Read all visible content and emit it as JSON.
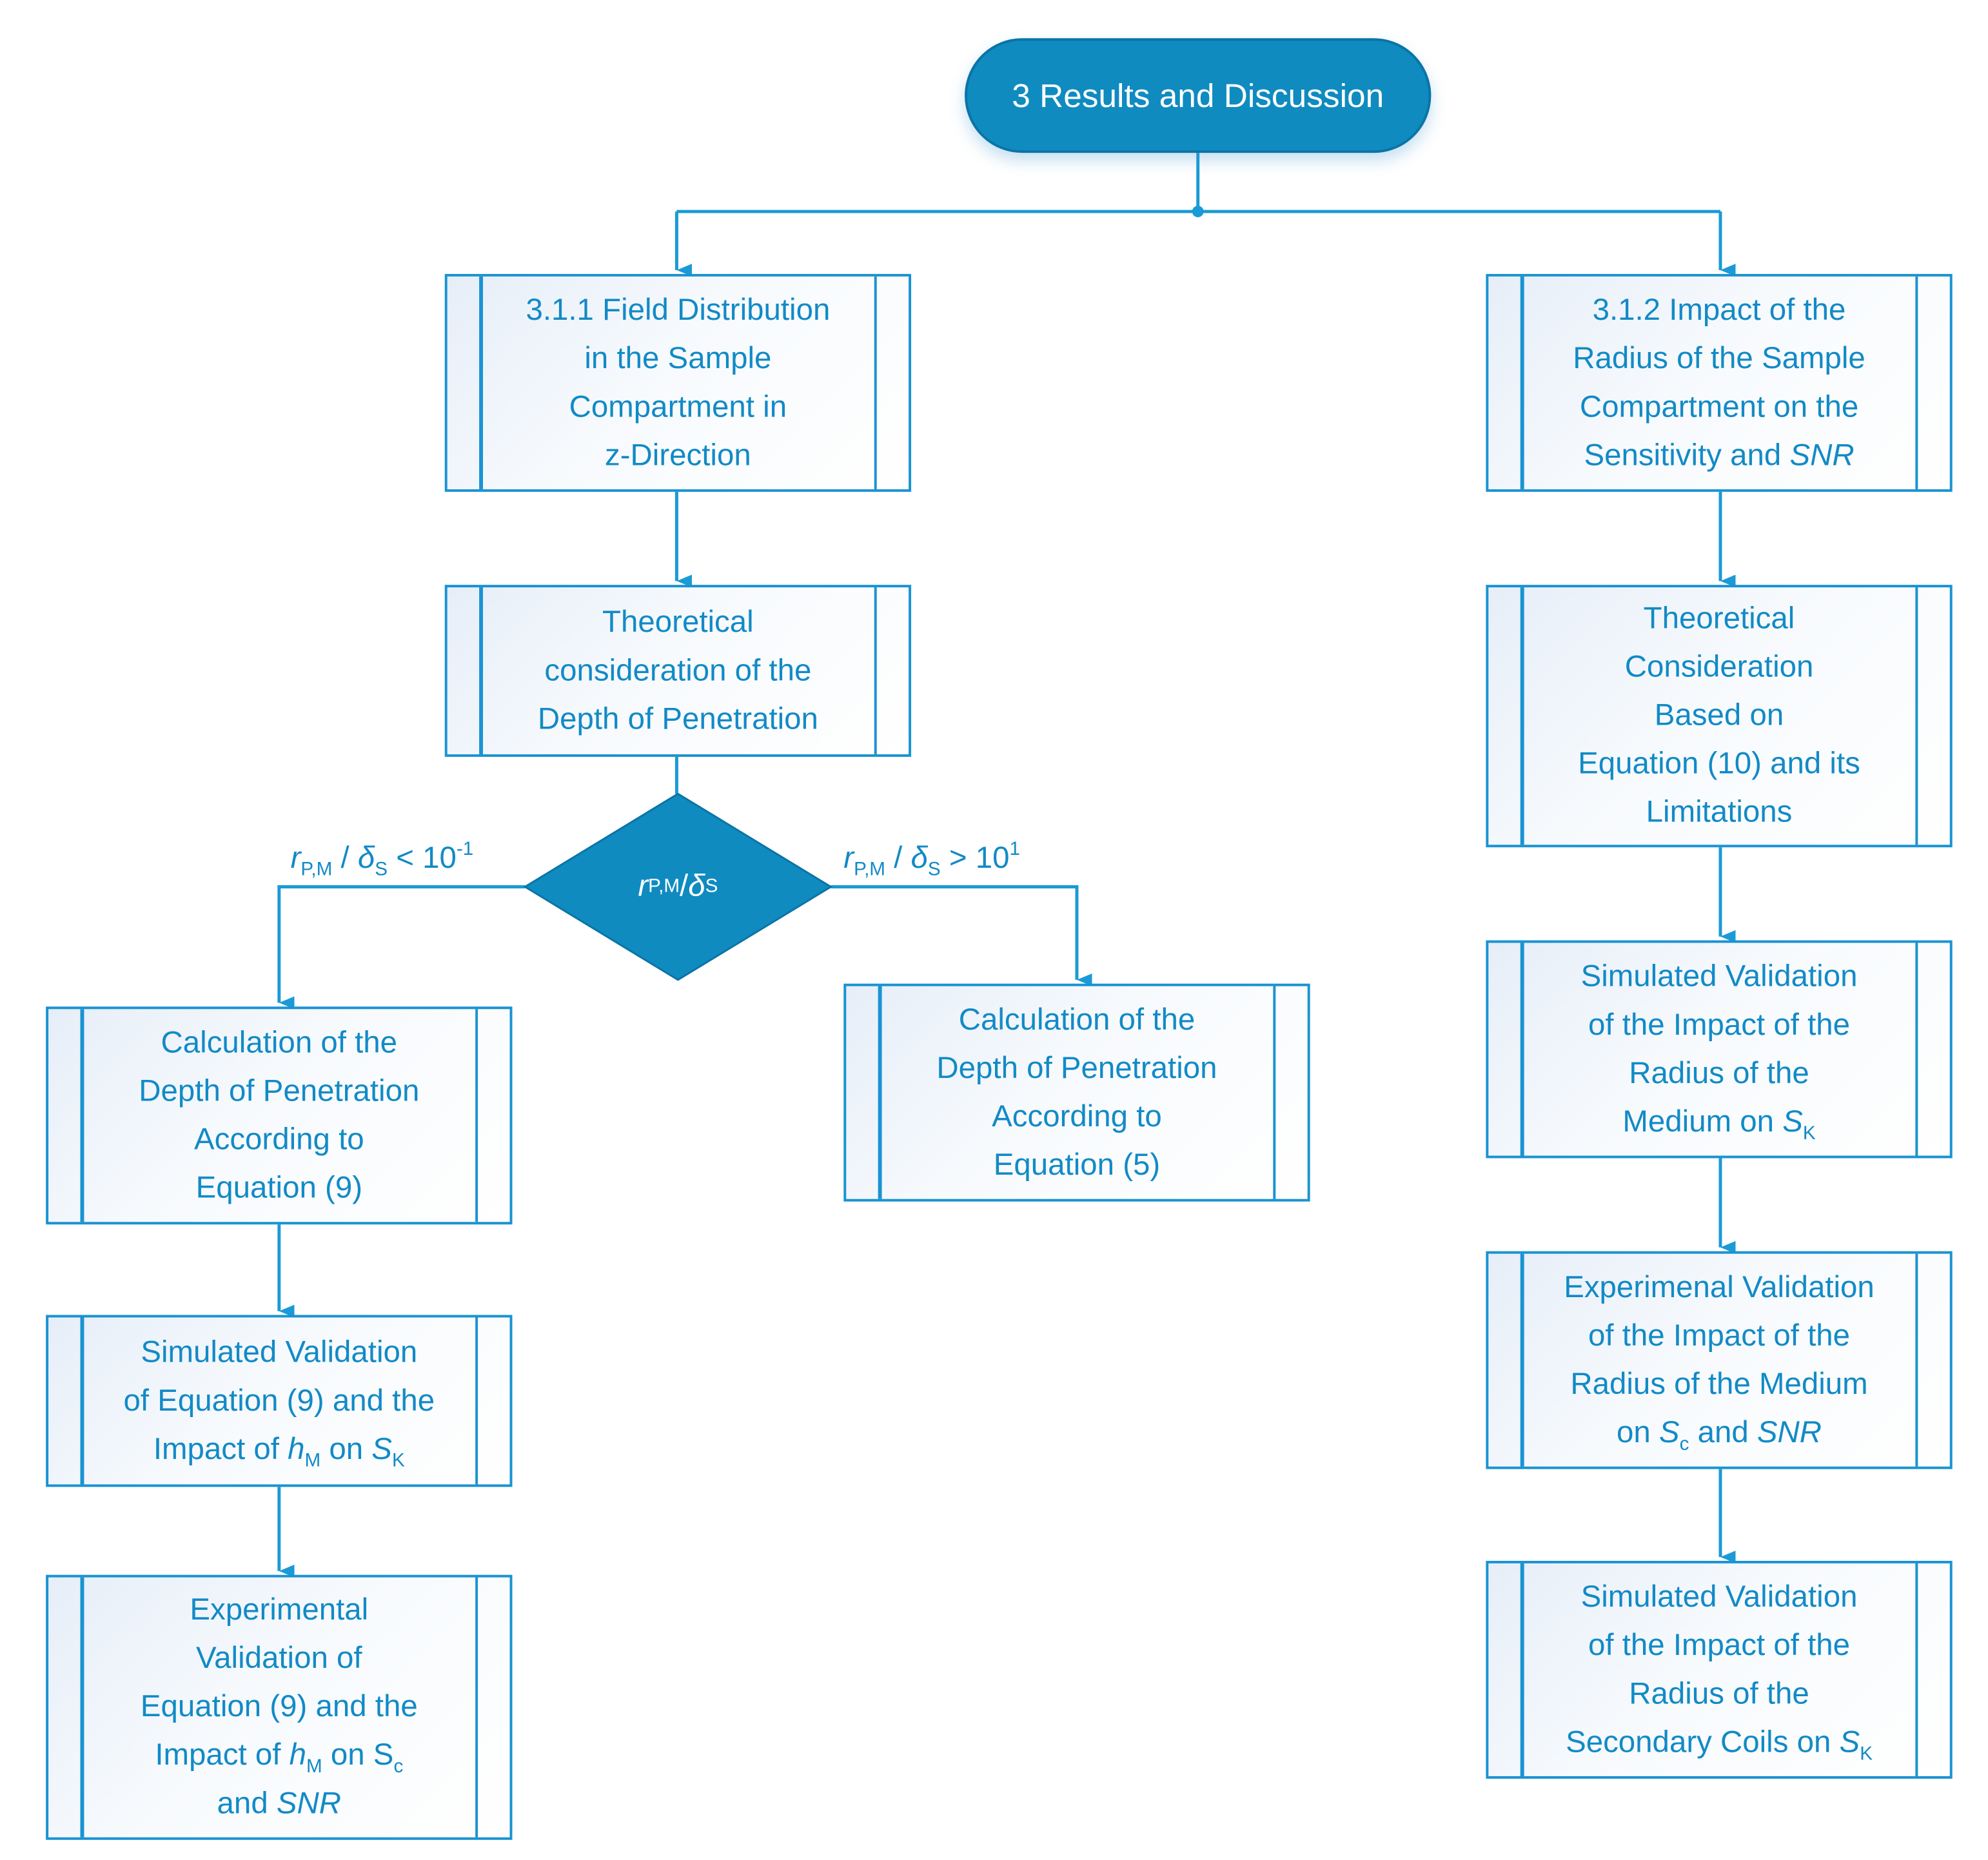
{
  "colors": {
    "accent": "#0f8bc0",
    "line": "#1a9ad6",
    "text": "#128ac6"
  },
  "root": {
    "label": "3 Results and Discussion"
  },
  "decision": {
    "label": [
      {
        "t": "r",
        "f": "i"
      },
      {
        "t": "P,M",
        "f": "sub"
      },
      {
        "t": " / ",
        "f": ""
      },
      {
        "t": "δ",
        "f": "i"
      },
      {
        "t": "S",
        "f": "sub"
      }
    ],
    "left_condition": [
      {
        "t": "r",
        "f": "i"
      },
      {
        "t": "P,M",
        "f": "sub"
      },
      {
        "t": " / ",
        "f": ""
      },
      {
        "t": "δ",
        "f": "i"
      },
      {
        "t": "S",
        "f": "sub"
      },
      {
        "t": " < 10",
        "f": ""
      },
      {
        "t": "-1",
        "f": "sup"
      }
    ],
    "right_condition": [
      {
        "t": "r",
        "f": "i"
      },
      {
        "t": "P,M",
        "f": "sub"
      },
      {
        "t": " / ",
        "f": ""
      },
      {
        "t": "δ",
        "f": "i"
      },
      {
        "t": "S",
        "f": "sub"
      },
      {
        "t": " > 10",
        "f": ""
      },
      {
        "t": "1",
        "f": "sup"
      }
    ]
  },
  "boxes": [
    {
      "id": "field-distribution",
      "lines": [
        [
          {
            "t": "3.1.1 Field Distribution",
            "f": ""
          }
        ],
        [
          {
            "t": "in the Sample",
            "f": ""
          }
        ],
        [
          {
            "t": "Compartment in",
            "f": ""
          }
        ],
        [
          {
            "t": "z-Direction",
            "f": ""
          }
        ]
      ]
    },
    {
      "id": "theoretical-depth",
      "lines": [
        [
          {
            "t": "Theoretical",
            "f": ""
          }
        ],
        [
          {
            "t": "consideration of the",
            "f": ""
          }
        ],
        [
          {
            "t": "Depth of Penetration",
            "f": ""
          }
        ]
      ]
    },
    {
      "id": "calc-eq9",
      "lines": [
        [
          {
            "t": "Calculation of the",
            "f": ""
          }
        ],
        [
          {
            "t": "Depth of Penetration",
            "f": ""
          }
        ],
        [
          {
            "t": "According to",
            "f": ""
          }
        ],
        [
          {
            "t": "Equation (9)",
            "f": ""
          }
        ]
      ]
    },
    {
      "id": "sim-eq9",
      "lines": [
        [
          {
            "t": "Simulated Validation",
            "f": ""
          }
        ],
        [
          {
            "t": "of Equation (9) and the",
            "f": ""
          }
        ],
        [
          {
            "t": "Impact of ",
            "f": ""
          },
          {
            "t": "h",
            "f": "i"
          },
          {
            "t": "M",
            "f": "sub"
          },
          {
            "t": " on ",
            "f": ""
          },
          {
            "t": "S",
            "f": "i"
          },
          {
            "t": "K",
            "f": "sub"
          }
        ]
      ]
    },
    {
      "id": "exp-eq9",
      "lines": [
        [
          {
            "t": "Experimental",
            "f": ""
          }
        ],
        [
          {
            "t": "Validation of",
            "f": ""
          }
        ],
        [
          {
            "t": "Equation (9) and the",
            "f": ""
          }
        ],
        [
          {
            "t": "Impact of ",
            "f": ""
          },
          {
            "t": "h",
            "f": "i"
          },
          {
            "t": "M",
            "f": "sub"
          },
          {
            "t": " on S",
            "f": ""
          },
          {
            "t": "c",
            "f": "sub"
          }
        ],
        [
          {
            "t": "and ",
            "f": ""
          },
          {
            "t": "SNR",
            "f": "i"
          }
        ]
      ]
    },
    {
      "id": "calc-eq5",
      "lines": [
        [
          {
            "t": "Calculation of the",
            "f": ""
          }
        ],
        [
          {
            "t": "Depth of Penetration",
            "f": ""
          }
        ],
        [
          {
            "t": "According to",
            "f": ""
          }
        ],
        [
          {
            "t": "Equation (5)",
            "f": ""
          }
        ]
      ]
    },
    {
      "id": "impact-radius",
      "lines": [
        [
          {
            "t": "3.1.2 Impact of the",
            "f": ""
          }
        ],
        [
          {
            "t": "Radius of the Sample",
            "f": ""
          }
        ],
        [
          {
            "t": "Compartment on the",
            "f": ""
          }
        ],
        [
          {
            "t": "Sensitivity and ",
            "f": ""
          },
          {
            "t": "SNR",
            "f": "i"
          }
        ]
      ]
    },
    {
      "id": "theoretical-eq10",
      "lines": [
        [
          {
            "t": "Theoretical",
            "f": ""
          }
        ],
        [
          {
            "t": "Consideration",
            "f": ""
          }
        ],
        [
          {
            "t": "Based on",
            "f": ""
          }
        ],
        [
          {
            "t": "Equation (10) and its",
            "f": ""
          }
        ],
        [
          {
            "t": "Limitations",
            "f": ""
          }
        ]
      ]
    },
    {
      "id": "sim-medium",
      "lines": [
        [
          {
            "t": "Simulated Validation",
            "f": ""
          }
        ],
        [
          {
            "t": "of the Impact of the",
            "f": ""
          }
        ],
        [
          {
            "t": "Radius of the",
            "f": ""
          }
        ],
        [
          {
            "t": "Medium on ",
            "f": ""
          },
          {
            "t": "S",
            "f": "i"
          },
          {
            "t": "K",
            "f": "sub"
          }
        ]
      ]
    },
    {
      "id": "exp-medium",
      "lines": [
        [
          {
            "t": "Experimenal Validation",
            "f": ""
          }
        ],
        [
          {
            "t": "of the Impact of the",
            "f": ""
          }
        ],
        [
          {
            "t": "Radius of the Medium",
            "f": ""
          }
        ],
        [
          {
            "t": "on ",
            "f": ""
          },
          {
            "t": "S",
            "f": "i"
          },
          {
            "t": "c",
            "f": "sub"
          },
          {
            "t": " and ",
            "f": ""
          },
          {
            "t": "SNR",
            "f": "i"
          }
        ]
      ]
    },
    {
      "id": "sim-secondary",
      "lines": [
        [
          {
            "t": "Simulated Validation",
            "f": ""
          }
        ],
        [
          {
            "t": "of the Impact of the",
            "f": ""
          }
        ],
        [
          {
            "t": "Radius of the",
            "f": ""
          }
        ],
        [
          {
            "t": "Secondary Coils on ",
            "f": ""
          },
          {
            "t": "S",
            "f": "i"
          },
          {
            "t": "K",
            "f": "sub"
          }
        ]
      ]
    }
  ]
}
